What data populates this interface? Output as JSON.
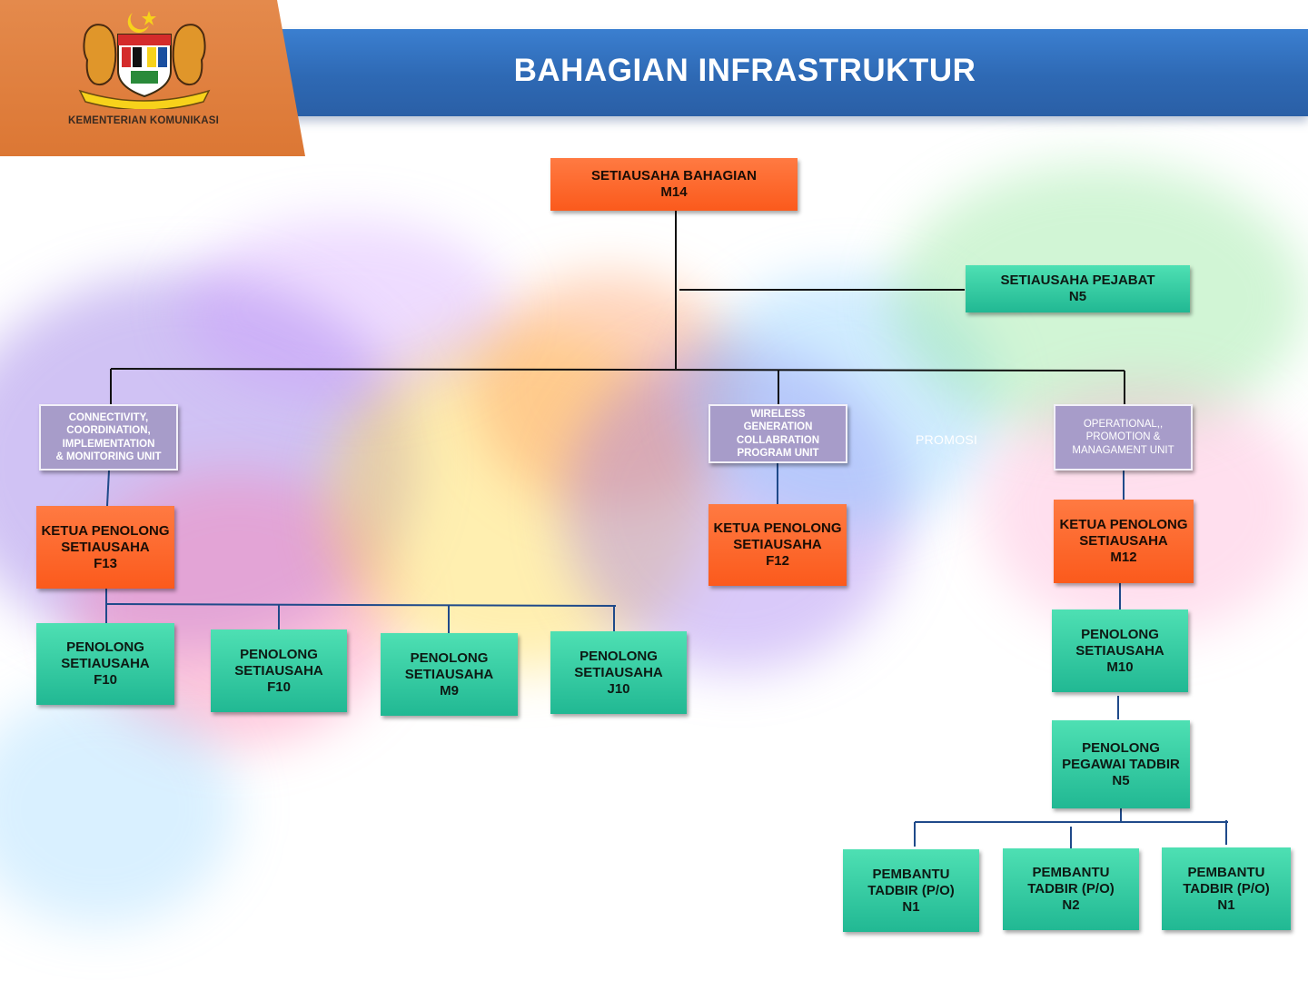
{
  "header": {
    "title": "BAHAGIAN INFRASTRUKTUR",
    "ministry": "KEMENTERIAN KOMUNIKASI",
    "logo_icon": "malaysia-coat-of-arms-icon",
    "accent_color": "#2e69b4",
    "tab_color": "#dc7734"
  },
  "colors": {
    "head_box": "#fb5a1c",
    "staff_box": "#21b893",
    "unit_box": "#a79cc9"
  },
  "diagram": {
    "top": {
      "line1": "SETIAUSAHA BAHAGIAN",
      "line2": "M14"
    },
    "office_secretary": {
      "line1": "SETIAUSAHA PEJABAT",
      "line2": "N5"
    },
    "units": {
      "connectivity": [
        "CONNECTIVITY,",
        "COORDINATION,",
        "IMPLEMENTATION",
        "& MONITORING UNIT"
      ],
      "wireless": [
        "WIRELESS",
        "GENERATION",
        "COLLABRATION",
        "PROGRAM UNIT"
      ],
      "operational": [
        "OPERATIONAL,,",
        "PROMOTION &",
        "MANAGAMENT UNIT"
      ]
    },
    "ghost_text": "PROMOSI",
    "heads": {
      "connectivity": {
        "line1": "KETUA PENOLONG",
        "line2": "SETIAUSAHA",
        "line3": "F13"
      },
      "wireless": {
        "line1": "KETUA PENOLONG",
        "line2": "SETIAUSAHA",
        "line3": "F12"
      },
      "operational": {
        "line1": "KETUA PENOLONG",
        "line2": "SETIAUSAHA",
        "line3": "M12"
      }
    },
    "connectivity_staff": [
      {
        "line1": "PENOLONG",
        "line2": "SETIAUSAHA",
        "line3": "F10"
      },
      {
        "line1": "PENOLONG",
        "line2": "SETIAUSAHA",
        "line3": "F10"
      },
      {
        "line1": "PENOLONG",
        "line2": "SETIAUSAHA",
        "line3": "M9"
      },
      {
        "line1": "PENOLONG",
        "line2": "SETIAUSAHA",
        "line3": "J10"
      }
    ],
    "operational_staff": {
      "assistant": {
        "line1": "PENOLONG",
        "line2": "SETIAUSAHA",
        "line3": "M10"
      },
      "admin_officer": {
        "line1": "PENOLONG",
        "line2": "PEGAWAI TADBIR",
        "line3": "N5"
      },
      "clerks": [
        {
          "line1": "PEMBANTU",
          "line2": "TADBIR (P/O)",
          "line3": "N1"
        },
        {
          "line1": "PEMBANTU",
          "line2": "TADBIR (P/O)",
          "line3": "N2"
        },
        {
          "line1": "PEMBANTU",
          "line2": "TADBIR (P/O)",
          "line3": "N1"
        }
      ]
    }
  }
}
